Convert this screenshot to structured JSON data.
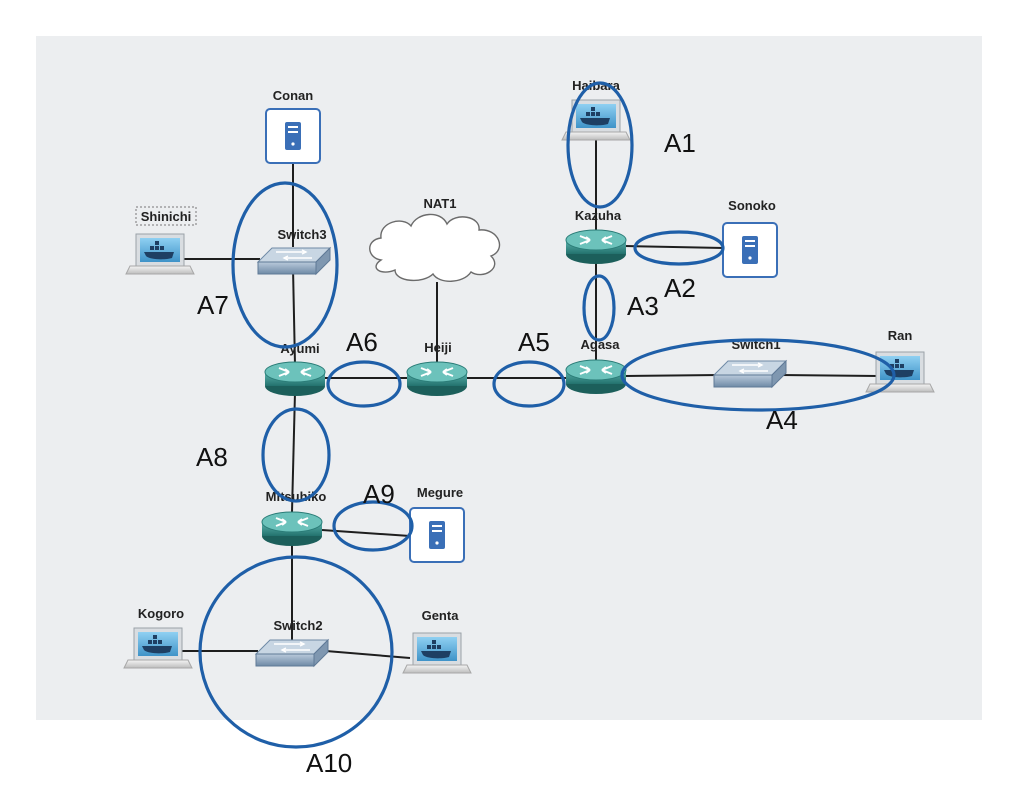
{
  "colors": {
    "canvas": "#eceef0",
    "router": "#2f8f8a",
    "switch": "#8aa3bb",
    "server_border": "#3a6fb7",
    "annotation": "#1f5fa8"
  },
  "nodes": {
    "conan": {
      "label": "Conan",
      "kind": "server-icon"
    },
    "haibara": {
      "label": "Haibara",
      "kind": "docker-laptop-icon"
    },
    "shinichi": {
      "label": "Shinichi",
      "kind": "docker-laptop-icon"
    },
    "switch3": {
      "label": "Switch3",
      "kind": "switch-icon"
    },
    "nat1": {
      "label": "NAT1",
      "kind": "cloud-icon"
    },
    "kazuha": {
      "label": "Kazuha",
      "kind": "router-icon"
    },
    "sonoko": {
      "label": "Sonoko",
      "kind": "server-icon"
    },
    "ayumi": {
      "label": "Ayumi",
      "kind": "router-icon"
    },
    "heiji": {
      "label": "Heiji",
      "kind": "router-icon"
    },
    "agasa": {
      "label": "Agasa",
      "kind": "router-icon"
    },
    "switch1": {
      "label": "Switch1",
      "kind": "switch-icon"
    },
    "ran": {
      "label": "Ran",
      "kind": "docker-laptop-icon"
    },
    "mitsuhiko": {
      "label": "Mitsuhiko",
      "kind": "router-icon"
    },
    "megure": {
      "label": "Megure",
      "kind": "server-icon"
    },
    "kogoro": {
      "label": "Kogoro",
      "kind": "docker-laptop-icon"
    },
    "switch2": {
      "label": "Switch2",
      "kind": "switch-icon"
    },
    "genta": {
      "label": "Genta",
      "kind": "docker-laptop-icon"
    }
  },
  "links": [
    [
      "conan",
      "switch3"
    ],
    [
      "shinichi",
      "switch3"
    ],
    [
      "switch3",
      "ayumi"
    ],
    [
      "nat1",
      "heiji"
    ],
    [
      "ayumi",
      "heiji"
    ],
    [
      "heiji",
      "agasa"
    ],
    [
      "haibara",
      "kazuha"
    ],
    [
      "kazuha",
      "sonoko"
    ],
    [
      "kazuha",
      "agasa"
    ],
    [
      "agasa",
      "switch1"
    ],
    [
      "switch1",
      "ran"
    ],
    [
      "ayumi",
      "mitsuhiko"
    ],
    [
      "mitsuhiko",
      "megure"
    ],
    [
      "mitsuhiko",
      "switch2"
    ],
    [
      "kogoro",
      "switch2"
    ],
    [
      "switch2",
      "genta"
    ]
  ],
  "areas": {
    "a1": {
      "label": "A1"
    },
    "a2": {
      "label": "A2"
    },
    "a3": {
      "label": "A3"
    },
    "a4": {
      "label": "A4"
    },
    "a5": {
      "label": "A5"
    },
    "a6": {
      "label": "A6"
    },
    "a7": {
      "label": "A7"
    },
    "a8": {
      "label": "A8"
    },
    "a9": {
      "label": "A9"
    },
    "a10": {
      "label": "A10"
    }
  }
}
